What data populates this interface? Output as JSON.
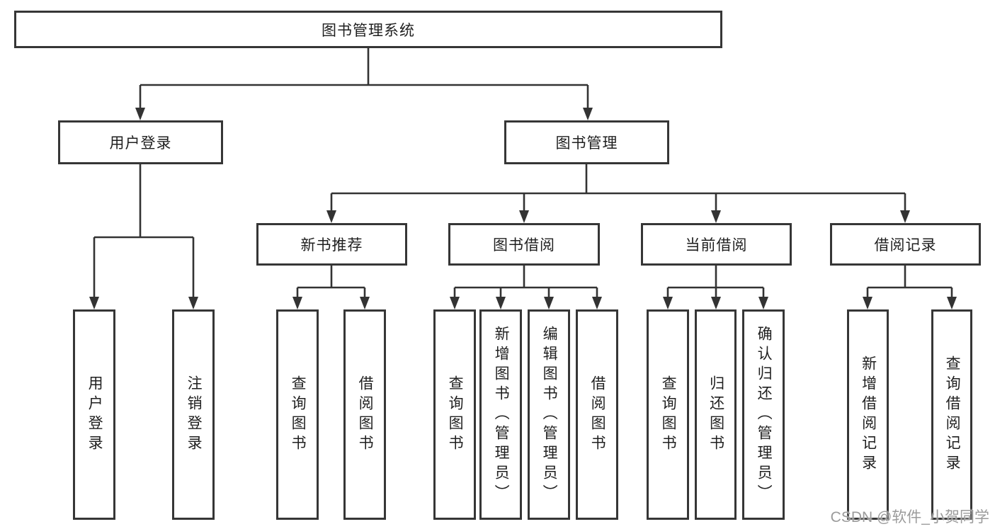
{
  "diagram": {
    "root": {
      "label": "图书管理系统"
    },
    "branches": [
      {
        "label": "用户登录",
        "children": [
          {
            "label": "用户登录"
          },
          {
            "label": "注销登录"
          }
        ]
      },
      {
        "label": "图书管理",
        "children": [
          {
            "label": "新书推荐",
            "children": [
              {
                "label": "查询图书"
              },
              {
                "label": "借阅图书"
              }
            ]
          },
          {
            "label": "图书借阅",
            "children": [
              {
                "label": "查询图书"
              },
              {
                "label": "新增图书（管理员）"
              },
              {
                "label": "编辑图书（管理员）"
              },
              {
                "label": "借阅图书"
              }
            ]
          },
          {
            "label": "当前借阅",
            "children": [
              {
                "label": "查询图书"
              },
              {
                "label": "归还图书"
              },
              {
                "label": "确认归还（管理员）"
              }
            ]
          },
          {
            "label": "借阅记录",
            "children": [
              {
                "label": "新增借阅记录"
              },
              {
                "label": "查询借阅记录"
              }
            ]
          }
        ]
      }
    ]
  },
  "watermark": {
    "text": "CSDN @软件_小贺同学"
  },
  "colors": {
    "line": "#333333",
    "border": "#363636",
    "text": "#1f1f1f",
    "watermark": "#9b9b9b",
    "background": "#ffffff"
  }
}
